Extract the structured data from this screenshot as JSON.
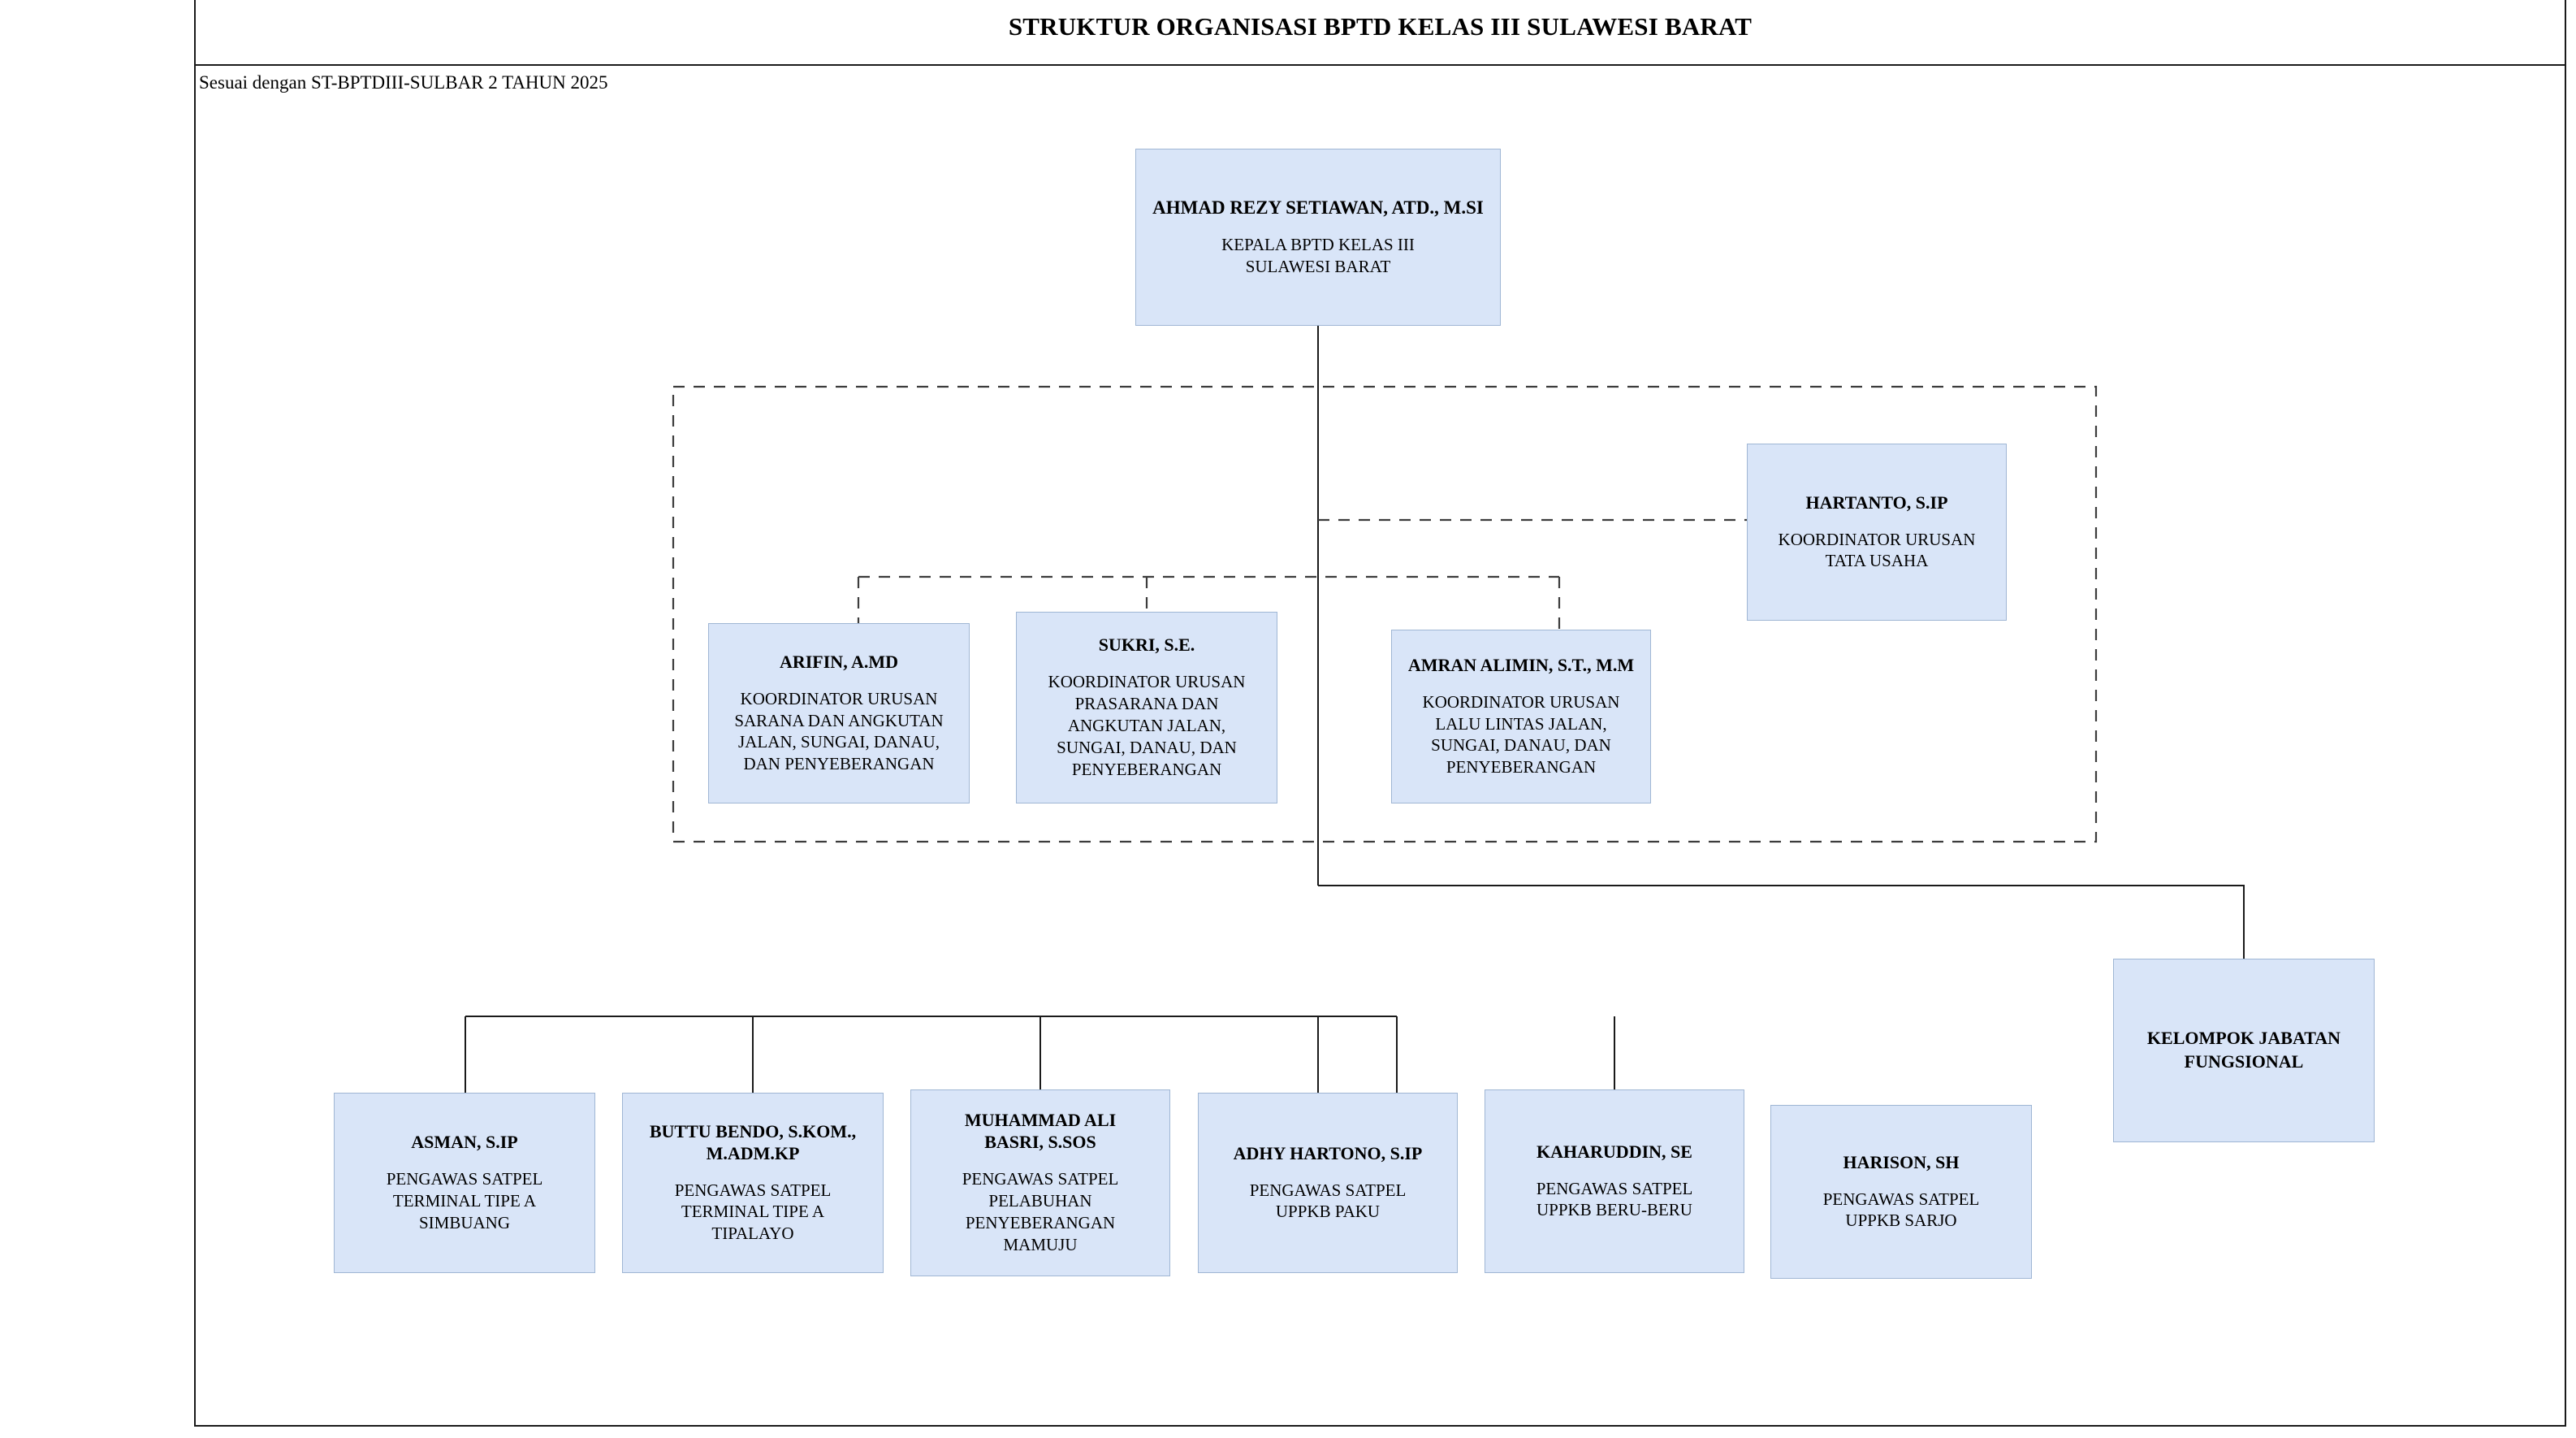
{
  "document": {
    "title": "STRUKTUR ORGANISASI BPTD KELAS III SULAWESI BARAT",
    "subtitle": "Sesuai dengan ST-BPTDIII-SULBAR 2 TAHUN 2025"
  },
  "theme": {
    "box_fill": "#d9e5f8",
    "box_border": "#9fb6d4",
    "connector_color": "#1a1a1a",
    "dashed_group_color": "#555555",
    "page_background": "#ffffff",
    "text_color": "#000000"
  },
  "chart_data": {
    "type": "diagram",
    "diagram_kind": "organization-chart",
    "root": "kepala",
    "nodes": [
      {
        "id": "kepala",
        "name": "AHMAD REZY SETIAWAN, ATD., M.SI",
        "title": "KEPALA BPTD KELAS III SULAWESI BARAT",
        "level": 0,
        "parent": null
      },
      {
        "id": "tata-usaha",
        "name": "HARTANTO, S.IP",
        "title": "KOORDINATOR URUSAN TATA USAHA",
        "level": 1,
        "parent": "kepala"
      },
      {
        "id": "sarana",
        "name": "ARIFIN, A.MD",
        "title": "KOORDINATOR URUSAN SARANA DAN ANGKUTAN JALAN, SUNGAI, DANAU, DAN PENYEBERANGAN",
        "level": 1,
        "parent": "kepala"
      },
      {
        "id": "prasarana",
        "name": "SUKRI, S.E.",
        "title": "KOORDINATOR URUSAN PRASARANA DAN ANGKUTAN JALAN, SUNGAI, DANAU, DAN PENYEBERANGAN",
        "level": 1,
        "parent": "kepala"
      },
      {
        "id": "lalulintas",
        "name": "AMRAN ALIMIN, S.T., M.M",
        "title": "KOORDINATOR URUSAN LALU LINTAS JALAN, SUNGAI, DANAU, DAN PENYEBERANGAN",
        "level": 1,
        "parent": "kepala"
      },
      {
        "id": "simbuang",
        "name": "ASMAN, S.IP",
        "title": "PENGAWAS SATPEL TERMINAL TIPE A SIMBUANG",
        "level": 2,
        "parent": "kepala"
      },
      {
        "id": "tipalayo",
        "name": "BUTTU BENDO, S.KOM., M.ADM.KP",
        "title": "PENGAWAS SATPEL TERMINAL TIPE A TIPALAYO",
        "level": 2,
        "parent": "kepala"
      },
      {
        "id": "mamuju",
        "name": "MUHAMMAD ALI BASRI, S.SOS",
        "title": "PENGAWAS SATPEL PELABUHAN PENYEBERANGAN MAMUJU",
        "level": 2,
        "parent": "kepala"
      },
      {
        "id": "paku",
        "name": "ADHY HARTONO, S.IP",
        "title": "PENGAWAS SATPEL UPPKB PAKU",
        "level": 2,
        "parent": "kepala"
      },
      {
        "id": "beruberu",
        "name": "KAHARUDDIN, SE",
        "title": "PENGAWAS SATPEL UPPKB BERU-BERU",
        "level": 2,
        "parent": "kepala"
      },
      {
        "id": "sarjo",
        "name": "HARISON, SH",
        "title": "PENGAWAS SATPEL UPPKB SARJO",
        "level": 2,
        "parent": "kepala"
      },
      {
        "id": "fungsional",
        "name": "KELOMPOK JABATAN FUNGSIONAL",
        "title": "",
        "level": 2,
        "parent": "kepala"
      }
    ]
  },
  "nodes": {
    "kepala": {
      "name": "AHMAD REZY SETIAWAN, ATD., M.SI",
      "title_line1": "KEPALA BPTD KELAS III",
      "title_line2": "SULAWESI BARAT"
    },
    "tata_usaha": {
      "name": "HARTANTO, S.IP",
      "title_line1": "KOORDINATOR URUSAN",
      "title_line2": "TATA USAHA"
    },
    "sarana": {
      "name": "ARIFIN, A.MD",
      "title_line1": "KOORDINATOR URUSAN",
      "title_line2": "SARANA DAN ANGKUTAN",
      "title_line3": "JALAN, SUNGAI, DANAU,",
      "title_line4": "DAN PENYEBERANGAN"
    },
    "prasarana": {
      "name": "SUKRI, S.E.",
      "title_line1": "KOORDINATOR URUSAN",
      "title_line2": "PRASARANA DAN",
      "title_line3": "ANGKUTAN JALAN,",
      "title_line4": "SUNGAI, DANAU, DAN",
      "title_line5": "PENYEBERANGAN"
    },
    "lalulintas": {
      "name": "AMRAN ALIMIN, S.T., M.M",
      "title_line1": "KOORDINATOR URUSAN",
      "title_line2": "LALU LINTAS JALAN,",
      "title_line3": "SUNGAI, DANAU, DAN",
      "title_line4": "PENYEBERANGAN"
    },
    "simbuang": {
      "name": "ASMAN, S.IP",
      "title_line1": "PENGAWAS SATPEL",
      "title_line2": "TERMINAL TIPE A",
      "title_line3": "SIMBUANG"
    },
    "tipalayo": {
      "name_line1": "BUTTU BENDO, S.KOM.,",
      "name_line2": "M.ADM.KP",
      "title_line1": "PENGAWAS SATPEL",
      "title_line2": "TERMINAL TIPE A",
      "title_line3": "TIPALAYO"
    },
    "mamuju": {
      "name_line1": "MUHAMMAD ALI",
      "name_line2": "BASRI, S.SOS",
      "title_line1": "PENGAWAS SATPEL",
      "title_line2": "PELABUHAN",
      "title_line3": "PENYEBERANGAN",
      "title_line4": "MAMUJU"
    },
    "paku": {
      "name": "ADHY HARTONO, S.IP",
      "title_line1": "PENGAWAS SATPEL",
      "title_line2": "UPPKB PAKU"
    },
    "beruberu": {
      "name": "KAHARUDDIN, SE",
      "title_line1": "PENGAWAS SATPEL",
      "title_line2": "UPPKB BERU-BERU"
    },
    "sarjo": {
      "name": "HARISON, SH",
      "title_line1": "PENGAWAS SATPEL",
      "title_line2": "UPPKB SARJO"
    },
    "fungsional": {
      "name_line1": "KELOMPOK JABATAN",
      "name_line2": "FUNGSIONAL"
    }
  }
}
